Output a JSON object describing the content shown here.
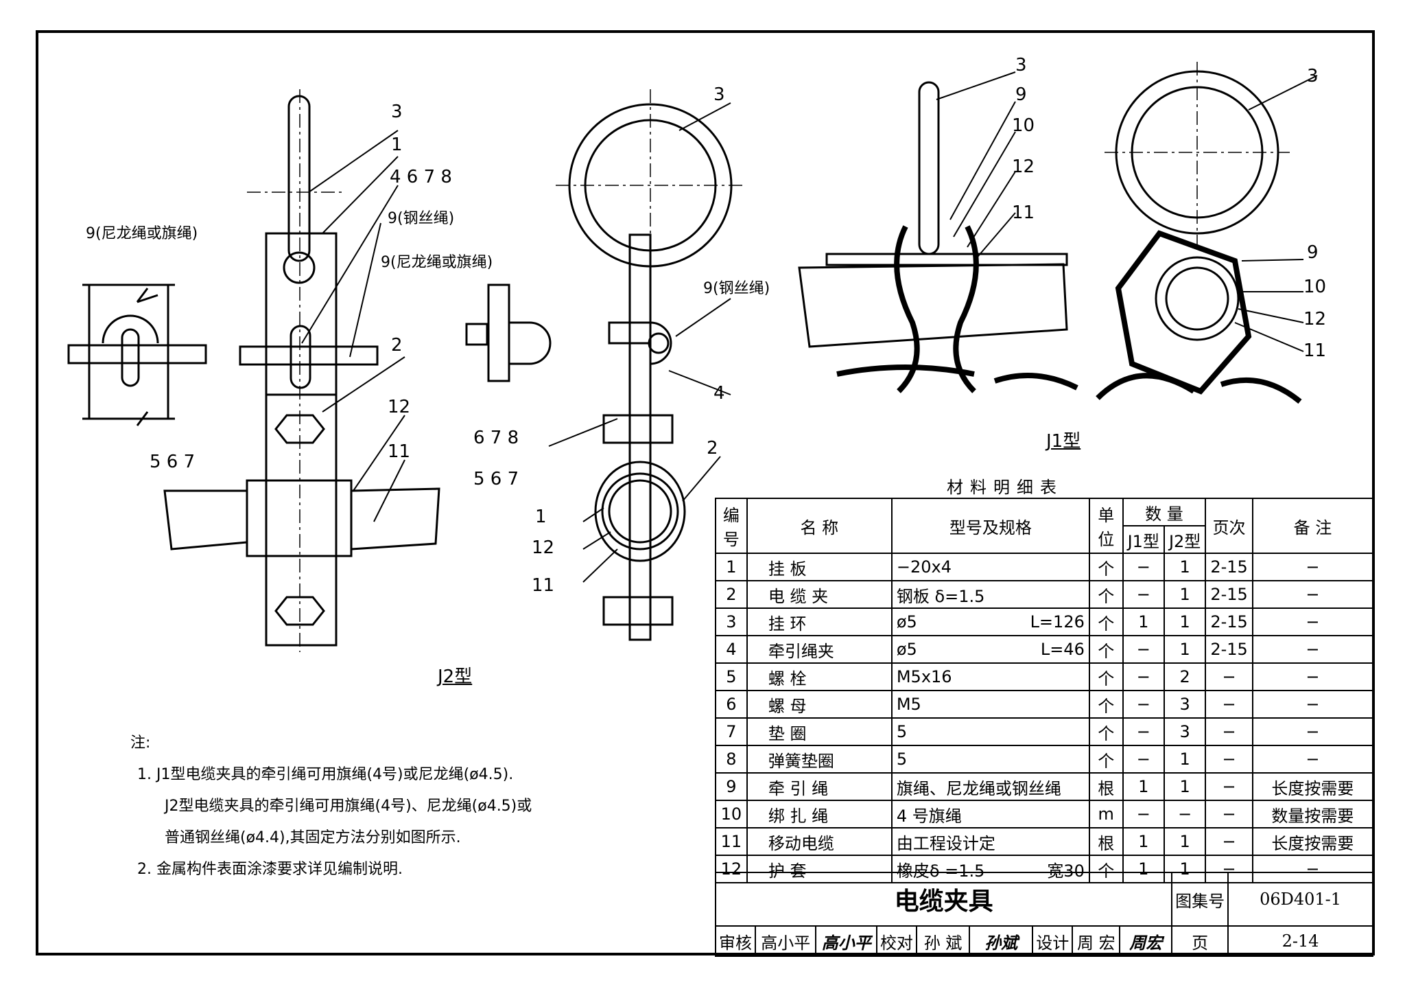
{
  "labels": {
    "j2_left_9": "9(尼龙绳或旗绳)",
    "j2_3": "3",
    "j2_1": "1",
    "j2_4678": "4  6  7  8",
    "j2_9_steel": "9(钢丝绳)",
    "j2_9_nylon": "9(尼龙绳或旗绳)",
    "j2_2": "2",
    "j2_12": "12",
    "j2_11": "11",
    "j2_567": "5  6  7",
    "j2_caption": "J2型",
    "mid_3": "3",
    "mid_9_steel": "9(钢丝绳)",
    "mid_4": "4",
    "mid_678": "6  7  8",
    "mid_567": "5  6  7",
    "mid_2": "2",
    "mid_1": "1",
    "mid_12": "12",
    "mid_11": "11",
    "j1a_3": "3",
    "j1a_9": "9",
    "j1a_10": "10",
    "j1a_12": "12",
    "j1a_11": "11",
    "j1b_3": "3",
    "j1b_9": "9",
    "j1b_10": "10",
    "j1b_12": "12",
    "j1b_11": "11",
    "j1_caption": "J1型"
  },
  "notes": {
    "title": "注:",
    "line1": "1. J1型电缆夹具的牵引绳可用旗绳(4号)或尼龙绳(ø4.5).",
    "line2": "J2型电缆夹具的牵引绳可用旗绳(4号)、尼龙绳(ø4.5)或",
    "line3": "普通钢丝绳(ø4.4),其固定方法分别如图所示.",
    "line4": "2. 金属构件表面涂漆要求详见编制说明."
  },
  "table": {
    "title": "材料明细表",
    "headers": {
      "no": "编号",
      "name": "名      称",
      "spec": "型号及规格",
      "unit": "单位",
      "qty": "数    量",
      "qty_j1": "J1型",
      "qty_j2": "J2型",
      "page": "页次",
      "remark": "备  注"
    },
    "rows": [
      {
        "no": "1",
        "name": "挂  板",
        "spec": "−20x4",
        "spec2": "",
        "unit": "个",
        "j1": "−",
        "j2": "1",
        "page": "2-15",
        "remark": "−"
      },
      {
        "no": "2",
        "name": "电 缆 夹",
        "spec": "钢板 δ=1.5",
        "spec2": "",
        "unit": "个",
        "j1": "−",
        "j2": "1",
        "page": "2-15",
        "remark": "−"
      },
      {
        "no": "3",
        "name": "挂  环",
        "spec": "ø5",
        "spec2": "L=126",
        "unit": "个",
        "j1": "1",
        "j2": "1",
        "page": "2-15",
        "remark": "−"
      },
      {
        "no": "4",
        "name": "牵引绳夹",
        "spec": "ø5",
        "spec2": "L=46",
        "unit": "个",
        "j1": "−",
        "j2": "1",
        "page": "2-15",
        "remark": "−"
      },
      {
        "no": "5",
        "name": "螺  栓",
        "spec": "M5x16",
        "spec2": "",
        "unit": "个",
        "j1": "−",
        "j2": "2",
        "page": "−",
        "remark": "−"
      },
      {
        "no": "6",
        "name": "螺  母",
        "spec": "M5",
        "spec2": "",
        "unit": "个",
        "j1": "−",
        "j2": "3",
        "page": "−",
        "remark": "−"
      },
      {
        "no": "7",
        "name": "垫  圈",
        "spec": "5",
        "spec2": "",
        "unit": "个",
        "j1": "−",
        "j2": "3",
        "page": "−",
        "remark": "−"
      },
      {
        "no": "8",
        "name": "弹簧垫圈",
        "spec": "5",
        "spec2": "",
        "unit": "个",
        "j1": "−",
        "j2": "1",
        "page": "−",
        "remark": "−"
      },
      {
        "no": "9",
        "name": "牵 引 绳",
        "spec": "旗绳、尼龙绳或钢丝绳",
        "spec2": "",
        "unit": "根",
        "j1": "1",
        "j2": "1",
        "page": "−",
        "remark": "长度按需要"
      },
      {
        "no": "10",
        "name": "绑 扎 绳",
        "spec": "4 号旗绳",
        "spec2": "",
        "unit": "m",
        "j1": "−",
        "j2": "−",
        "page": "−",
        "remark": "数量按需要"
      },
      {
        "no": "11",
        "name": "移动电缆",
        "spec": "由工程设计定",
        "spec2": "",
        "unit": "根",
        "j1": "1",
        "j2": "1",
        "page": "−",
        "remark": "长度按需要"
      },
      {
        "no": "12",
        "name": "护  套",
        "spec": "橡皮δ =1.5",
        "spec2": "宽30",
        "unit": "个",
        "j1": "1",
        "j2": "1",
        "page": "−",
        "remark": "−"
      }
    ]
  },
  "title_block": {
    "drawing_title": "电缆夹具",
    "atlas_no_label": "图集号",
    "atlas_no": "06D401-1",
    "review_label": "审核",
    "reviewer": "高小平",
    "reviewer_sig": "高小平",
    "check_label": "校对",
    "checker": "孙 斌",
    "checker_sig": "孙斌",
    "design_label": "设计",
    "designer": "周 宏",
    "designer_sig": "周宏",
    "page_label": "页",
    "page_no": "2-14"
  }
}
